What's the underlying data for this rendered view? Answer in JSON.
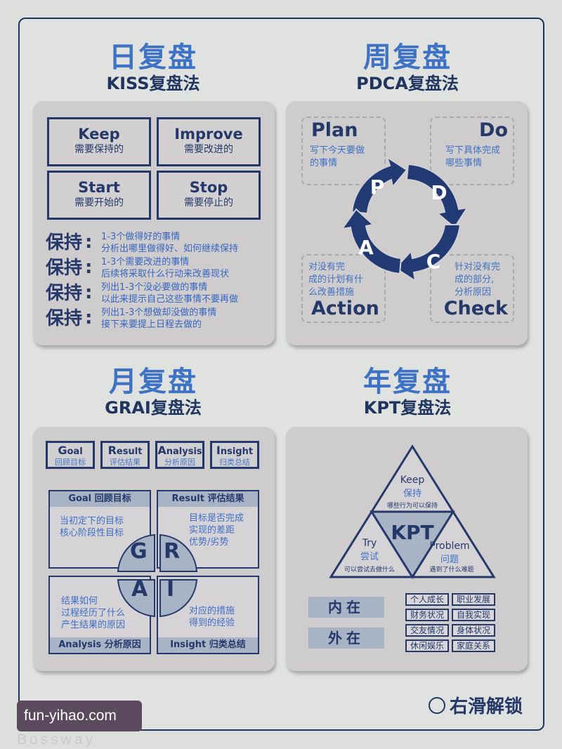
{
  "daily": {
    "title": "日复盘",
    "method": "KISS复盘法",
    "boxes": [
      {
        "en": "Keep",
        "zh": "需要保持的"
      },
      {
        "en": "Improve",
        "zh": "需要改进的"
      },
      {
        "en": "Start",
        "zh": "需要开始的"
      },
      {
        "en": "Stop",
        "zh": "需要停止的"
      }
    ],
    "rows": [
      {
        "label": "保持",
        "line1": "1-3个做得好的事情",
        "line2": "分析出哪里做得好、如何继续保持"
      },
      {
        "label": "保持",
        "line1": "1-3个需要改进的事情",
        "line2": "后续将采取什么行动来改善现状"
      },
      {
        "label": "保持",
        "line1": "列出1-3个没必要做的事情",
        "line2": "以此来提示自己这些事情不要再做"
      },
      {
        "label": "保持",
        "line1": "列出1-3个想做却没做的事情",
        "line2": "接下来要提上日程去做的"
      }
    ]
  },
  "weekly": {
    "title": "周复盘",
    "method": "PDCA复盘法",
    "plan": {
      "en": "Plan",
      "zh1": "写下今天要做",
      "zh2": "的事情"
    },
    "do": {
      "en": "Do",
      "zh1": "写下具体完成",
      "zh2": "哪些事情"
    },
    "action": {
      "en": "Action",
      "zh1": "对没有完",
      "zh2": "成的计划有什",
      "zh3": "么改善措施"
    },
    "check": {
      "en": "Check",
      "zh1": "针对没有完",
      "zh2": "成的部分,",
      "zh3": "分析原因"
    },
    "cycle_letters": [
      "P",
      "D",
      "C",
      "A"
    ]
  },
  "monthly": {
    "title": "月复盘",
    "method": "GRAI复盘法",
    "top": [
      {
        "initial": "G",
        "rest": "oal",
        "zh": "回顾目标"
      },
      {
        "initial": "R",
        "rest": "esult",
        "zh": "评估结果"
      },
      {
        "initial": "A",
        "rest": "nalysis",
        "zh": "分析原因"
      },
      {
        "initial": "I",
        "rest": "nsight",
        "zh": "归类总结"
      }
    ],
    "goal": {
      "header": "Goal 回顾目标",
      "l1": "当初定下的目标",
      "l2": "核心阶段性目标"
    },
    "result": {
      "header": "Result 评估结果",
      "l1": "目标是否完成",
      "l2": "实现的差距",
      "l3": "优势/劣势"
    },
    "analysis": {
      "header": "Analysis 分析原因",
      "l1": "结果如何",
      "l2": "过程经历了什么",
      "l3": "产生结果的原因"
    },
    "insight": {
      "header": "Insight 归类总结",
      "l1": "对应的措施",
      "l2": "得到的经验"
    },
    "letters": [
      "G",
      "R",
      "A",
      "I"
    ]
  },
  "yearly": {
    "title": "年复盘",
    "method": "KPT复盘法",
    "center": "KPT",
    "keep": {
      "en": "Keep",
      "zh": "保持",
      "desc": "哪些行为可以保持"
    },
    "try": {
      "en": "Try",
      "zh": "尝试",
      "desc": "可以尝试去做什么"
    },
    "problem": {
      "en": "Problem",
      "zh": "问题",
      "desc": "遇到了什么难题"
    },
    "inner": "内在",
    "outer": "外在",
    "tags": [
      "个人成长",
      "职业发展",
      "财务状况",
      "自我实现",
      "交友情况",
      "身体状况",
      "休闲娱乐",
      "家庭关系"
    ]
  },
  "footer": {
    "unlock_label": "右滑解锁",
    "watermark": "fun-yihao.com",
    "brand": "Bossway"
  },
  "colors": {
    "title_blue": "#3d72c4",
    "navy": "#24386a",
    "panel": "#cfcccd",
    "background": "#dcdfdb"
  }
}
